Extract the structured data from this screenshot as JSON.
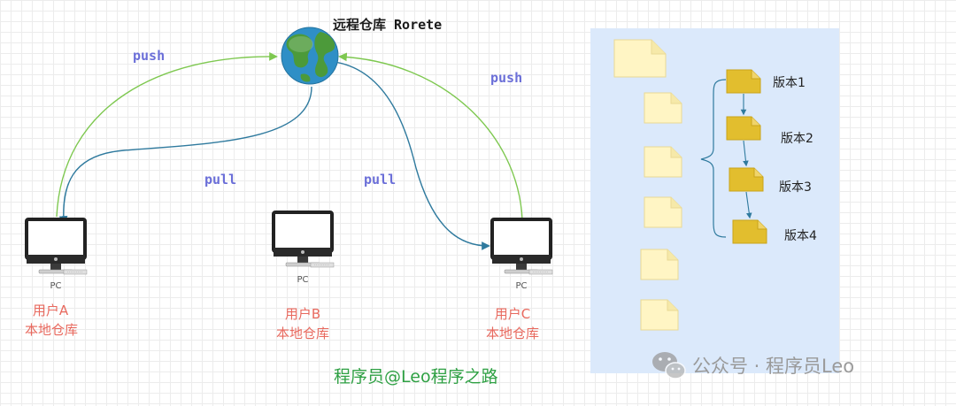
{
  "remote": {
    "title": "远程仓库 Rorete"
  },
  "arrows": {
    "push_left": "push",
    "push_right": "push",
    "pull_left": "pull",
    "pull_right": "pull"
  },
  "users": [
    {
      "pc_label": "PC",
      "name": "用户A",
      "repo": "本地仓库"
    },
    {
      "pc_label": "PC",
      "name": "用户B",
      "repo": "本地仓库"
    },
    {
      "pc_label": "PC",
      "name": "用户C",
      "repo": "本地仓库"
    }
  ],
  "versions": [
    "版本1",
    "版本2",
    "版本3",
    "版本4"
  ],
  "caption": "程序员@Leo程序之路",
  "watermark": "公众号 · 程序员Leo",
  "colors": {
    "push": "#7ec850",
    "pull": "#2f7a9e",
    "arrow_label": "#6b6fd8",
    "user_text": "#e8695e",
    "caption": "#2ea043",
    "panel": "#dbe9fb",
    "file": "#fff5c4",
    "version_file": "#e2be2e",
    "globe_ocean": "#2f8fc6",
    "globe_land": "#4c9a3a"
  }
}
